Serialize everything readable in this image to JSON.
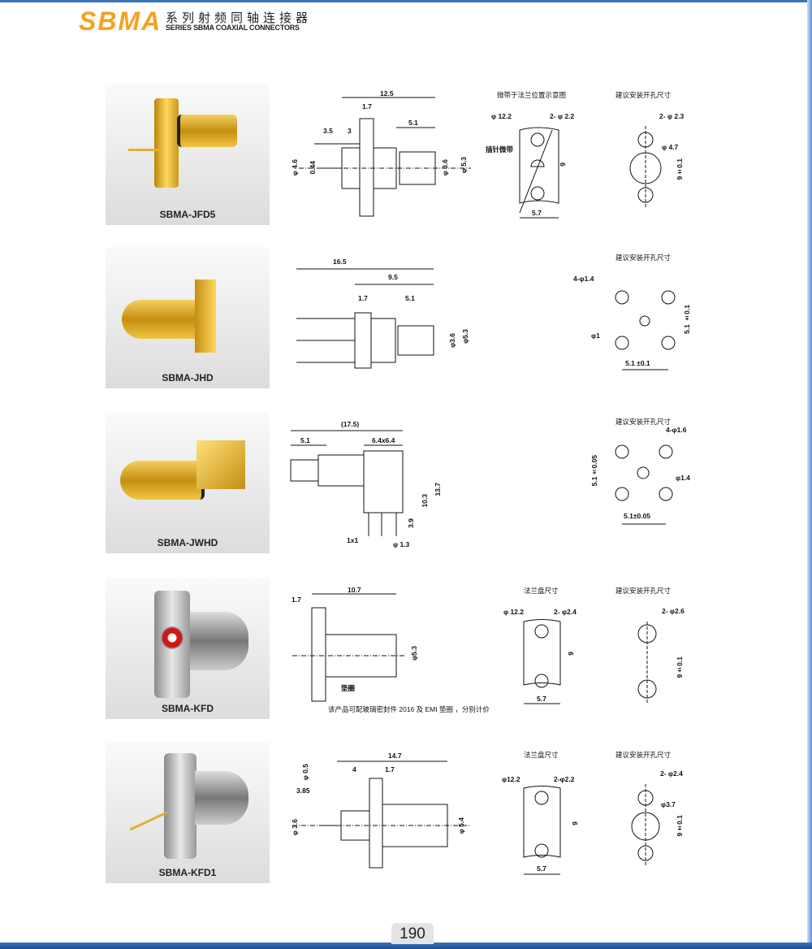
{
  "header": {
    "logo": "SBMA",
    "title_cn": "系列射频同轴连接器",
    "title_en": "SERIES SBMA COAXIAL CONNECTORS"
  },
  "colors": {
    "brand": "#f4a21f",
    "accent": "#3a74b8"
  },
  "page_number": "190",
  "products": [
    {
      "name": "SBMA-JFD5",
      "finish": "gold",
      "dims": [
        "12.5",
        "1.7",
        "3.5",
        "3",
        "5.1",
        "φ 4.6",
        "0.44",
        "φ 3.6",
        "φ 5.3"
      ],
      "flange": {
        "title": "微带于法兰位置示意图",
        "labels": [
          "φ 12.2",
          "2- φ 2.2",
          "插针微带",
          "9",
          "5.7"
        ]
      },
      "hole": {
        "title": "建议安装开孔尺寸",
        "labels": [
          "2- φ 2.3",
          "φ 4.7",
          "9±0.1"
        ]
      }
    },
    {
      "name": "SBMA-JHD",
      "finish": "gold",
      "dims": [
        "16.5",
        "9.5",
        "1.7",
        "5.1",
        "φ3.6",
        "φ5.3"
      ],
      "hole": {
        "title": "建议安装开孔尺寸",
        "labels": [
          "4-φ1.4",
          "φ1",
          "5.1 ±0.1",
          "5.1 ±0.1"
        ]
      }
    },
    {
      "name": "SBMA-JWHD",
      "finish": "gold",
      "dims": [
        "(17.5)",
        "5.1",
        "6.4x6.4",
        "10.3",
        "13.7",
        "3.9",
        "1x1",
        "φ 1.3"
      ],
      "hole": {
        "title": "建议安装开孔尺寸",
        "labels": [
          "4-φ1.6",
          "5.1±0.05",
          "φ1.4",
          "5.1±0.05"
        ]
      }
    },
    {
      "name": "SBMA-KFD",
      "finish": "silver",
      "dims": [
        "1.7",
        "10.7",
        "φ5.3",
        "垫圈"
      ],
      "note": "该产品可配玻璃密封件 2016 及 EMI 垫圈 ，分别计价",
      "flange": {
        "title": "法兰盘尺寸",
        "labels": [
          "φ 12.2",
          "2- φ2.4",
          "9",
          "5.7"
        ]
      },
      "hole": {
        "title": "建议安装开孔尺寸",
        "labels": [
          "2- φ2.6",
          "9±0.1"
        ]
      }
    },
    {
      "name": "SBMA-KFD1",
      "finish": "silver",
      "dims": [
        "14.7",
        "4",
        "1.7",
        "3.85",
        "φ 0.5",
        "φ 3.6",
        "φ 5.4"
      ],
      "flange": {
        "title": "法兰盘尺寸",
        "labels": [
          "φ12.2",
          "2-φ2.2",
          "9",
          "5.7"
        ]
      },
      "hole": {
        "title": "建议安装开孔尺寸",
        "labels": [
          "2- φ2.4",
          "φ3.7",
          "9±0.1"
        ]
      }
    }
  ]
}
